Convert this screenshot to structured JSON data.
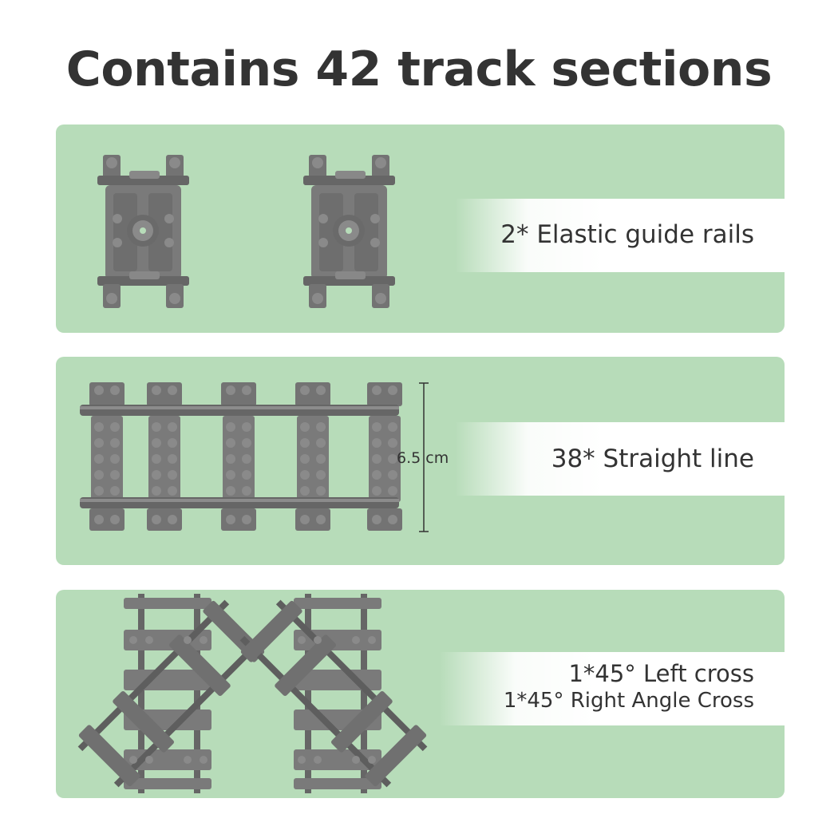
{
  "title": "Contains 42 track sections",
  "sections": [
    {
      "label": "2* Elastic guide rails"
    },
    {
      "label": "38* Straight line",
      "dimension_label": "6.5 cm"
    },
    {
      "label_line1": "1*45° Left cross",
      "label_line2": "1*45° Right Angle Cross"
    }
  ],
  "colors": {
    "panel_bg": "#b7dcb9",
    "track_gray": "#7a7a7a",
    "track_dark": "#555555",
    "text": "#333333"
  }
}
